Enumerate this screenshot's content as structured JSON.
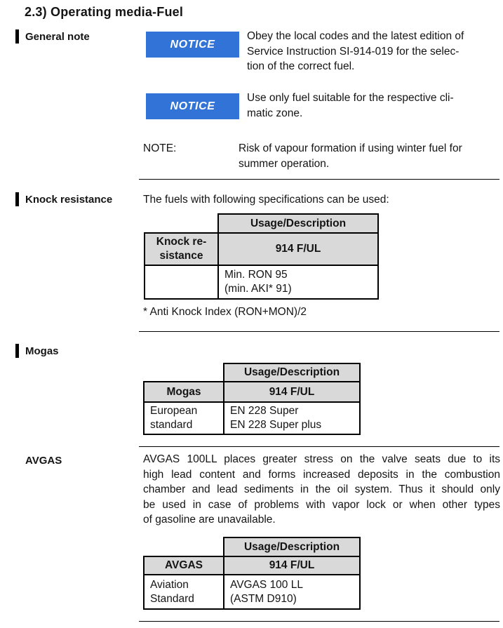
{
  "page": {
    "title": "2.3) Operating media-Fuel"
  },
  "colors": {
    "notice_blue": "#3273d7",
    "table_header_gray": "#d9d9d9",
    "marker_black": "#000000"
  },
  "sections": {
    "general_note": {
      "label": "General note",
      "notices": [
        {
          "badge": "NOTICE",
          "text": "Obey the local codes and the latest edition of\nService Instruction SI-914-019 for the selec-\ntion of the correct fuel."
        },
        {
          "badge": "NOTICE",
          "text": "Use only fuel suitable for the respective cli-\nmatic zone."
        }
      ],
      "note": {
        "label": "NOTE:",
        "text": "Risk of vapour formation if using winter fuel for\nsummer operation."
      }
    },
    "knock_resistance": {
      "label": "Knock resistance",
      "intro": "The fuels with following specifications can be used:",
      "table": {
        "header": "Usage/Description",
        "row_label": "Knock re-\nsistance",
        "col_header": "914 F/UL",
        "value_label": "",
        "value": "Min. RON 95\n(min. AKI* 91)"
      },
      "footnote": "* Anti Knock Index (RON+MON)/2"
    },
    "mogas": {
      "label": "Mogas",
      "table": {
        "header": "Usage/Description",
        "row_label": "Mogas",
        "col_header": "914 F/UL",
        "value_label": "European\nstandard",
        "value": "EN 228 Super\nEN 228 Super plus"
      }
    },
    "avgas": {
      "label": "AVGAS",
      "paragraph_lines": "AVGAS 100LL places greater stress on the valve seats due to its\nhigh lead content and forms increased deposits in the combustion\nchamber and lead sediments in the oil system. Thus it should only\nbe used in case of problems with vapor lock or when other types",
      "paragraph_last_line": "of gasoline are unavailable.",
      "table": {
        "header": "Usage/Description",
        "row_label": "AVGAS",
        "col_header": "914 F/UL",
        "value_label": "Aviation\nStandard",
        "value": "AVGAS 100 LL\n(ASTM D910)"
      }
    }
  }
}
